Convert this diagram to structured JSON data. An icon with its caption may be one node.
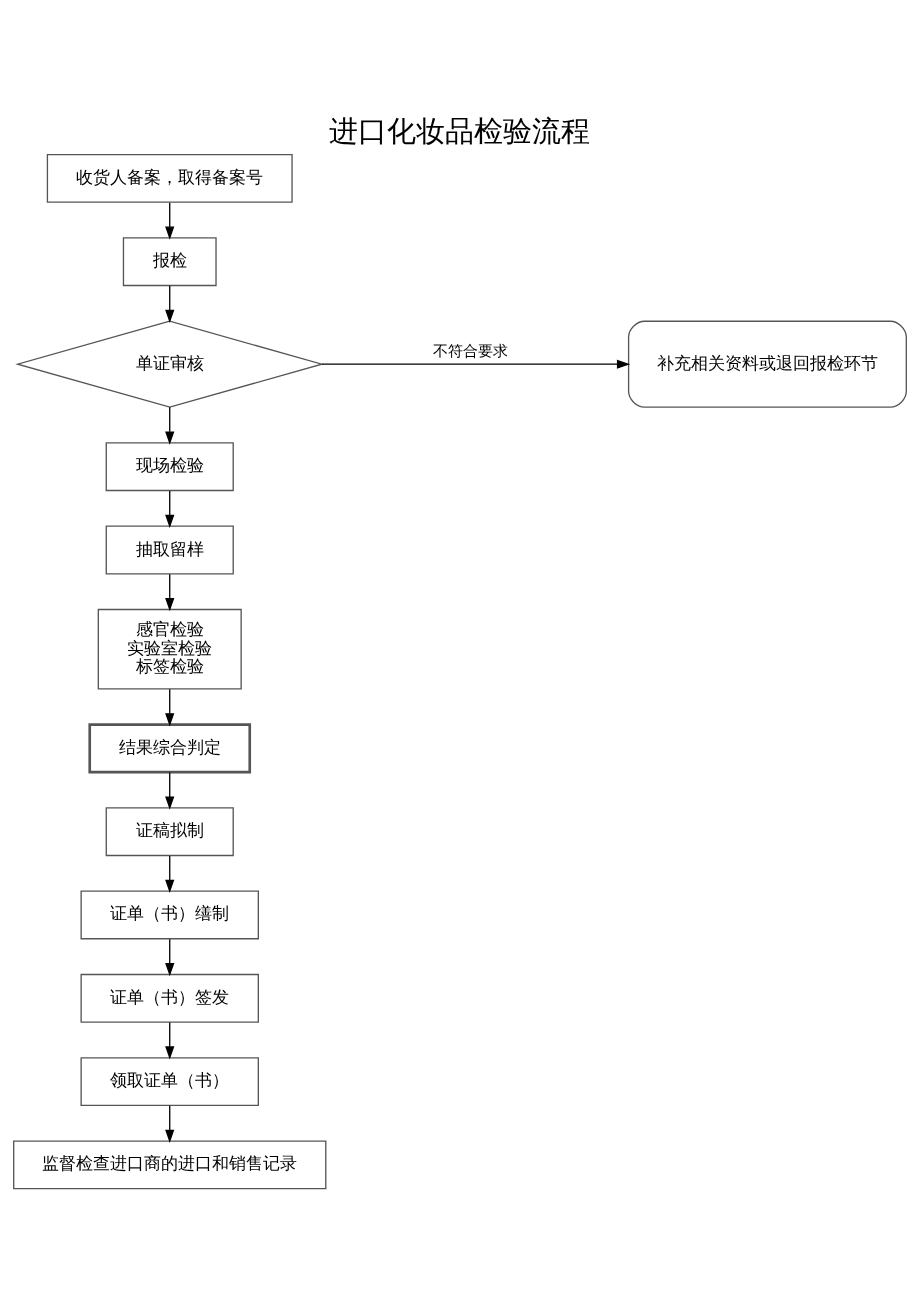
{
  "diagram": {
    "title": "进口化妆品检验流程",
    "nodes": [
      {
        "text": [
          "收货人备案，取得备案号"
        ]
      },
      {
        "text": [
          "报检"
        ]
      },
      {
        "text": [
          "单证审核"
        ]
      },
      {
        "text": [
          "补充相关资料或退回报检环节"
        ]
      },
      {
        "text": [
          "现场检验"
        ]
      },
      {
        "text": [
          "抽取留样"
        ]
      },
      {
        "text": [
          "感官检验",
          "实验室检验",
          "标签检验"
        ]
      },
      {
        "text": [
          "结果综合判定"
        ]
      },
      {
        "text": [
          "证稿拟制"
        ]
      },
      {
        "text": [
          "证单（书）缮制"
        ]
      },
      {
        "text": [
          "证单（书）签发"
        ]
      },
      {
        "text": [
          "领取证单（书）"
        ]
      },
      {
        "text": [
          "监督检查进口商的进口和销售记录"
        ]
      }
    ],
    "edges": [
      {
        "from": 0,
        "to": 1,
        "arrow": "to"
      },
      {
        "from": 1,
        "to": 2,
        "arrow": "to"
      },
      {
        "from": 2,
        "to": 3,
        "arrow": "to",
        "label": "不符合要求"
      },
      {
        "from": 2,
        "to": 4,
        "arrow": "to"
      },
      {
        "from": 4,
        "to": 5,
        "arrow": "to"
      },
      {
        "from": 5,
        "to": 6,
        "arrow": "to"
      },
      {
        "from": 6,
        "to": 7,
        "arrow": "to"
      },
      {
        "from": 7,
        "to": 8,
        "arrow": "to"
      },
      {
        "from": 8,
        "to": 9,
        "arrow": "to"
      },
      {
        "from": 9,
        "to": 10,
        "arrow": "to"
      },
      {
        "from": 10,
        "to": 11,
        "arrow": "to"
      },
      {
        "from": 11,
        "to": 12,
        "arrow": "to"
      }
    ]
  }
}
